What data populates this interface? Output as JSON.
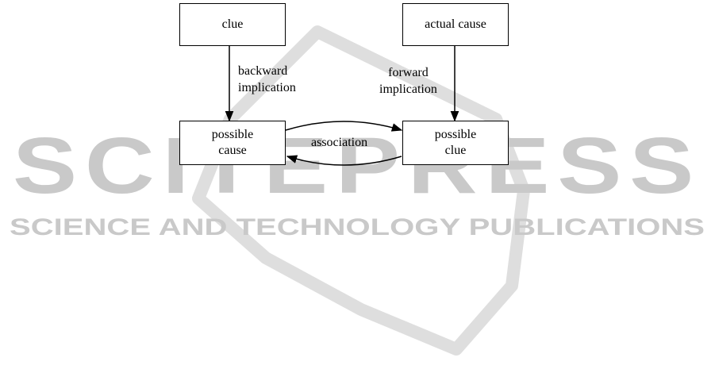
{
  "diagram": {
    "nodes": {
      "clue": "clue",
      "actual_cause": "actual cause",
      "possible_cause": [
        "possible",
        "cause"
      ],
      "possible_clue": [
        "possible",
        "clue"
      ]
    },
    "edges": {
      "backward": [
        "backward",
        "implication"
      ],
      "forward": [
        "forward",
        "implication"
      ],
      "association": "association"
    }
  },
  "watermark": {
    "title": "SCITEPRESS",
    "subtitle": "SCIENCE AND TECHNOLOGY PUBLICATIONS",
    "color": "#c9c9c9"
  }
}
